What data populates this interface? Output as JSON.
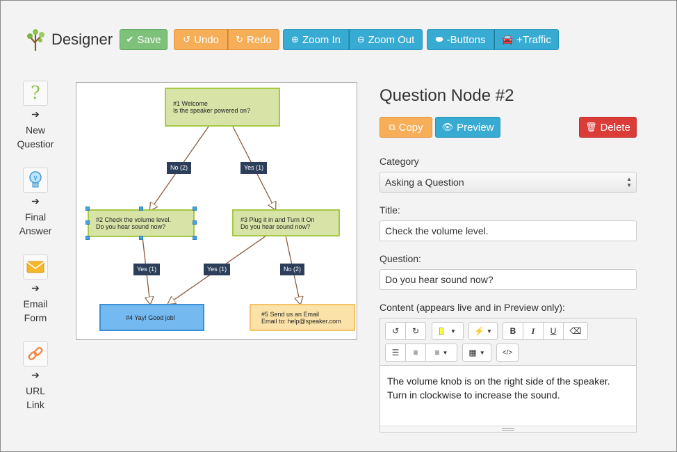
{
  "app": {
    "title": "Designer"
  },
  "toolbar": {
    "save": "Save",
    "undo": "Undo",
    "redo": "Redo",
    "zoom_in": "Zoom In",
    "zoom_out": "Zoom Out",
    "buttons": "-Buttons",
    "traffic": "+Traffic"
  },
  "tools": [
    {
      "label_line1": "New",
      "label_line2": "Questior",
      "icon": "question-icon"
    },
    {
      "label_line1": "Final",
      "label_line2": "Answer",
      "icon": "lightbulb-icon"
    },
    {
      "label_line1": "Email",
      "label_line2": "Form",
      "icon": "envelope-icon"
    },
    {
      "label_line1": "URL",
      "label_line2": "Link",
      "icon": "link-icon"
    }
  ],
  "flow": {
    "nodes": [
      {
        "line1": "#1 Welcome",
        "line2": "Is the speaker powered on?"
      },
      {
        "line1": "#2 Check the volume level.",
        "line2": "Do you hear sound now?"
      },
      {
        "line1": "#3 Plug it in and Turn it On",
        "line2": "Do you hear sound now?"
      },
      {
        "line1": "#4 Yay! Good job!",
        "line2": ""
      },
      {
        "line1": "#5 Send us an Email",
        "line2": "Email to: help@speaker.com"
      }
    ],
    "edges": [
      "No (2)",
      "Yes (1)",
      "Yes (1)",
      "Yes (1)",
      "No (2)"
    ]
  },
  "panel": {
    "heading": "Question Node #2",
    "copy": "Copy",
    "preview": "Preview",
    "delete": "Delete",
    "category_label": "Category",
    "category_value": "Asking a Question",
    "title_label": "Title:",
    "title_value": "Check the volume level.",
    "question_label": "Question:",
    "question_value": "Do you hear sound now?",
    "content_label": "Content (appears live and in Preview only):",
    "content_line1": "The volume knob is on the right side of the speaker.",
    "content_line2": "Turn in clockwise to increase the sound."
  },
  "colors": {
    "green": "#7ec17a",
    "orange": "#f6ae58",
    "blue": "#38abd3",
    "red": "#dc3c38",
    "node_green": "#d7e3a7",
    "node_blue": "#74b9f0",
    "node_orange": "#fbe2a8"
  }
}
